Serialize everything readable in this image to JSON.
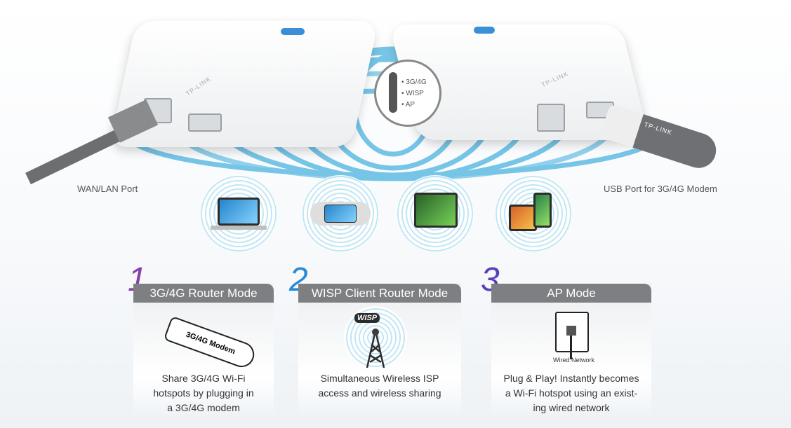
{
  "brand_logo": "TP-LINK",
  "labels": {
    "wan_lan": "WAN/LAN Port",
    "usb_port": "USB Port for 3G/4G Modem"
  },
  "switch_options": [
    "3G/4G",
    "WISP",
    "AP"
  ],
  "modes": [
    {
      "number": "1",
      "title": "3G/4G Router Mode",
      "illustration_text": "3G/4G Modem",
      "description": [
        "Share 3G/4G Wi-Fi",
        "hotspots by plugging in",
        "a 3G/4G modem"
      ],
      "color": "#8a3fa8"
    },
    {
      "number": "2",
      "title": "WISP Client Router Mode",
      "illustration_text": "WISP",
      "description": [
        "Simultaneous Wireless ISP",
        "access and wireless sharing"
      ],
      "color": "#2a8ad6"
    },
    {
      "number": "3",
      "title": "AP Mode",
      "illustration_text": "Wired Network",
      "description": [
        "Plug & Play! Instantly becomes",
        "a Wi-Fi hotspot using an exist-",
        "ing wired network"
      ],
      "color": "#5a3fb8"
    }
  ],
  "devices": [
    "laptop",
    "game-console",
    "tablet",
    "smartphone"
  ],
  "colors": {
    "wifi_blue": "#3aa9dc",
    "header_gray": "#7e7f82"
  }
}
